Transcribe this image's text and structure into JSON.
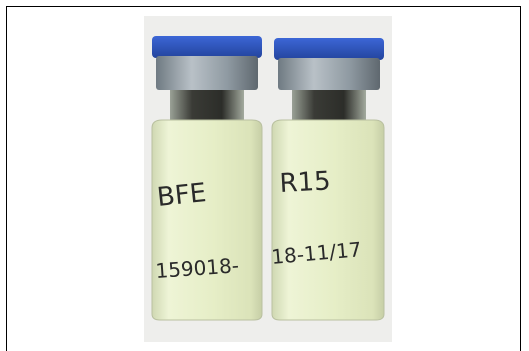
{
  "photo": {
    "vial_left_label_line1": "BFE",
    "vial_left_label_line2": "159018-",
    "vial_right_label_line1": "R15",
    "vial_right_label_line2": "18-11/17",
    "colors": {
      "background": "#eeeeec",
      "cap": "#2f57c4",
      "crimp": "#8f9aa2",
      "neck": "#3a3b36",
      "liquid": "#e7efc6",
      "frame": "#000000"
    },
    "icon": "glass-vials-photo"
  }
}
